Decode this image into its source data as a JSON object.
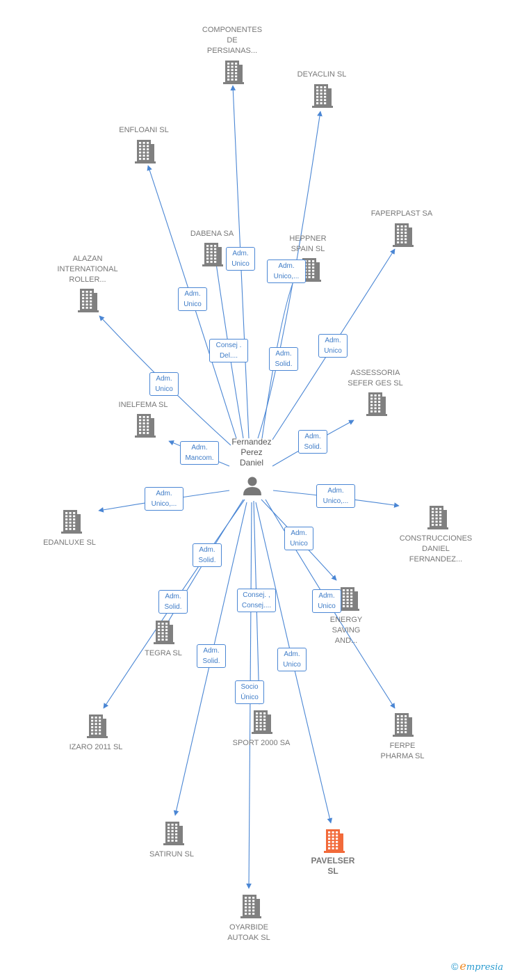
{
  "center": {
    "name": "Fernandez\nPerez\nDaniel",
    "icon": "person-icon"
  },
  "colors": {
    "line": "#4a86d4",
    "building": "#808080",
    "highlight": "#f26a3a"
  },
  "companies": [
    {
      "id": "componentes",
      "name": "COMPONENTES\nDE\nPERSIANAS..."
    },
    {
      "id": "deyaclin",
      "name": "DEYACLIN  SL"
    },
    {
      "id": "enfloani",
      "name": "ENFLOANI  SL"
    },
    {
      "id": "faperplast",
      "name": "FAPERPLAST SA"
    },
    {
      "id": "dabena",
      "name": "DABENA SA"
    },
    {
      "id": "heppner",
      "name": "HEPPNER\nSPAIN  SL"
    },
    {
      "id": "alazan",
      "name": "ALAZAN\nINTERNATIONAL\nROLLER..."
    },
    {
      "id": "assessoria",
      "name": "ASSESSORIA\nSEFER GES  SL"
    },
    {
      "id": "inelfema",
      "name": "INELFEMA SL"
    },
    {
      "id": "edanluxe",
      "name": "EDANLUXE  SL"
    },
    {
      "id": "construcciones",
      "name": "CONSTRUCCIONES\nDANIEL\nFERNANDEZ..."
    },
    {
      "id": "energy",
      "name": "ENERGY\nSAVING\nAND..."
    },
    {
      "id": "tegra",
      "name": "TEGRA SL"
    },
    {
      "id": "izaro",
      "name": "IZARO 2011 SL"
    },
    {
      "id": "sport2000",
      "name": "SPORT 2000 SA"
    },
    {
      "id": "ferpe",
      "name": "FERPE\nPHARMA  SL"
    },
    {
      "id": "satirun",
      "name": "SATIRUN SL"
    },
    {
      "id": "pavelser",
      "name": "PAVELSER\nSL",
      "highlight": true
    },
    {
      "id": "oyarbide",
      "name": "OYARBIDE\nAUTOAK  SL"
    }
  ],
  "relations": [
    {
      "target": "componentes",
      "label": "Adm.\nUnico"
    },
    {
      "target": "deyaclin",
      "label": "Adm.\nSolid."
    },
    {
      "target": "enfloani",
      "label": "Adm.\nUnico"
    },
    {
      "target": "faperplast",
      "label": "Adm.\nUnico"
    },
    {
      "target": "dabena",
      "label": "Consej .\nDel...."
    },
    {
      "target": "heppner",
      "label": "Adm.\nUnico,..."
    },
    {
      "target": "alazan",
      "label": "Adm.\nUnico"
    },
    {
      "target": "assessoria",
      "label": "Adm.\nSolid."
    },
    {
      "target": "inelfema",
      "label": "Adm.\nMancom."
    },
    {
      "target": "edanluxe",
      "label": "Adm.\nUnico,..."
    },
    {
      "target": "construcciones",
      "label": "Adm.\nUnico,..."
    },
    {
      "target": "energy",
      "label": "Adm.\nUnico"
    },
    {
      "target": "tegra",
      "label": "Adm.\nSolid."
    },
    {
      "target": "izaro",
      "label": "Adm.\nSolid."
    },
    {
      "target": "sport2000",
      "label": "Consej. ,\nConsej...."
    },
    {
      "target": "ferpe",
      "label": "Adm.\nUnico"
    },
    {
      "target": "satirun",
      "label": "Adm.\nSolid."
    },
    {
      "target": "pavelser",
      "label": "Adm.\nUnico"
    },
    {
      "target": "oyarbide",
      "label": "Socio\nÚnico"
    }
  ],
  "footer": {
    "copyright": "©",
    "brand_initial": "e",
    "brand_rest": "mpresia"
  }
}
